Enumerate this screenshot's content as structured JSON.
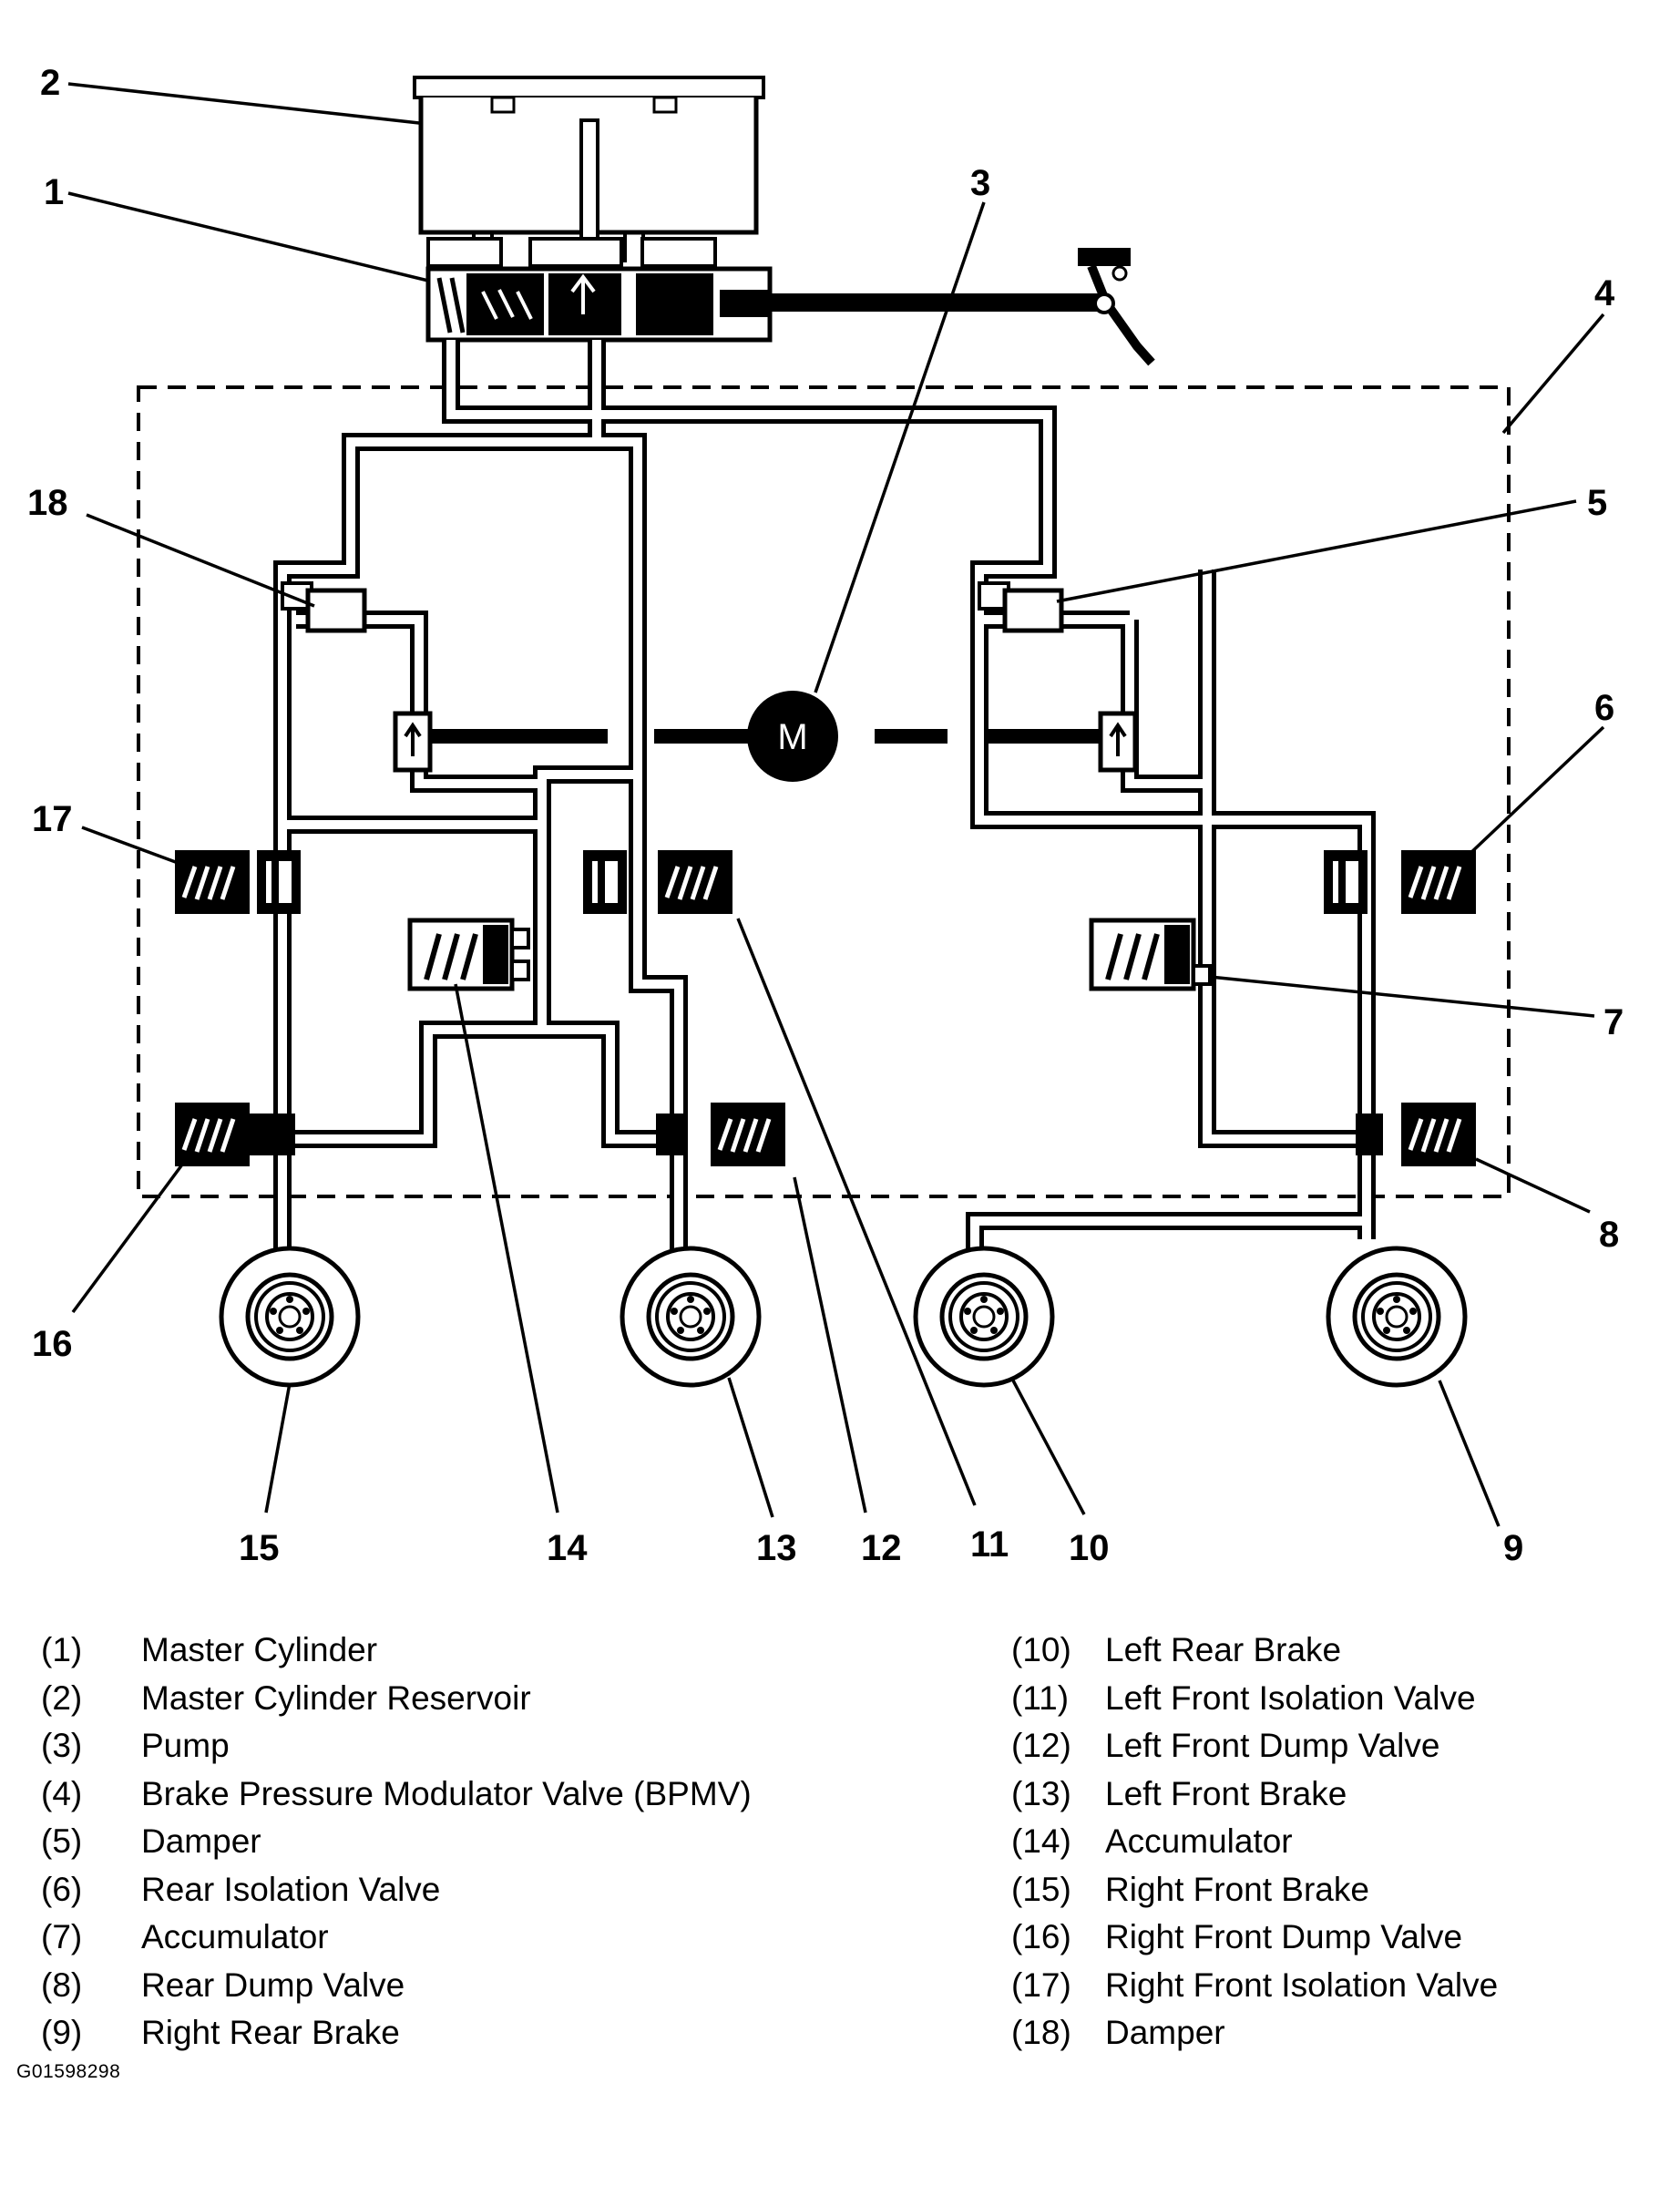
{
  "diagram": {
    "motor_symbol": "M",
    "callouts": {
      "c1": "1",
      "c2": "2",
      "c3": "3",
      "c4": "4",
      "c5": "5",
      "c6": "6",
      "c7": "7",
      "c8": "8",
      "c9": "9",
      "c10": "10",
      "c11": "11",
      "c12": "12",
      "c13": "13",
      "c14": "14",
      "c15": "15",
      "c16": "16",
      "c17": "17",
      "c18": "18"
    }
  },
  "legend": {
    "left": [
      {
        "num": "(1)",
        "label": "Master Cylinder"
      },
      {
        "num": "(2)",
        "label": "Master Cylinder Reservoir"
      },
      {
        "num": "(3)",
        "label": "Pump"
      },
      {
        "num": "(4)",
        "label": "Brake Pressure Modulator Valve (BPMV)"
      },
      {
        "num": "(5)",
        "label": "Damper"
      },
      {
        "num": "(6)",
        "label": "Rear Isolation Valve"
      },
      {
        "num": "(7)",
        "label": "Accumulator"
      },
      {
        "num": "(8)",
        "label": "Rear Dump Valve"
      },
      {
        "num": "(9)",
        "label": "Right Rear Brake"
      }
    ],
    "right": [
      {
        "num": "(10)",
        "label": "Left Rear Brake"
      },
      {
        "num": "(11)",
        "label": "Left Front Isolation Valve"
      },
      {
        "num": "(12)",
        "label": "Left Front Dump Valve"
      },
      {
        "num": "(13)",
        "label": "Left Front Brake"
      },
      {
        "num": "(14)",
        "label": "Accumulator"
      },
      {
        "num": "(15)",
        "label": "Right Front Brake"
      },
      {
        "num": "(16)",
        "label": "Right Front Dump Valve"
      },
      {
        "num": "(17)",
        "label": "Right Front Isolation Valve"
      },
      {
        "num": "(18)",
        "label": "Damper"
      }
    ]
  },
  "figure_id": "G01598298"
}
